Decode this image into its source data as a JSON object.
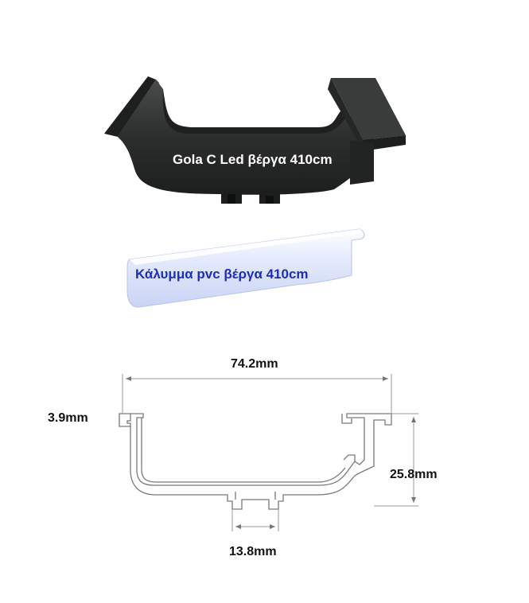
{
  "profile": {
    "label": "Gola C Led βέργα 410cm",
    "color": "#2b2d2c",
    "label_color": "#ffffff"
  },
  "cover": {
    "label": "Κάλυμμα pvc  βέργα 410cm",
    "color": "#dfe6fb",
    "label_color": "#1b2fb8"
  },
  "drawing": {
    "width_label": "74.2mm",
    "lip_label": "3.9mm",
    "height_label": "25.8mm",
    "channel_label": "13.8mm"
  }
}
